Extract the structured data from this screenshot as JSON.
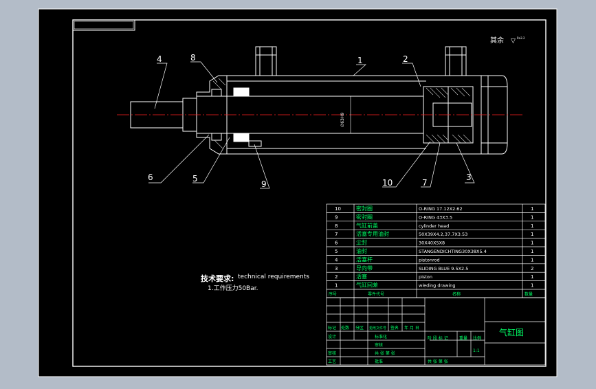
{
  "colors": {
    "background": "#b3bcc8",
    "sheet": "#000000",
    "line": "#ffffff",
    "centerline": "#ff2020",
    "text": "#ffffff",
    "green_text": "#00ff66",
    "hatch": "#cccccc"
  },
  "drawing": {
    "roughness_note": "其余",
    "roughness_symbol": "▽",
    "roughness_value": "Ra3.2",
    "bore_label": "∅63H9",
    "leaders": [
      {
        "id": "4",
        "label": "4"
      },
      {
        "id": "8",
        "label": "8"
      },
      {
        "id": "1",
        "label": "1"
      },
      {
        "id": "2",
        "label": "2"
      },
      {
        "id": "6",
        "label": "6"
      },
      {
        "id": "5",
        "label": "5"
      },
      {
        "id": "9",
        "label": "9"
      },
      {
        "id": "10",
        "label": "10"
      },
      {
        "id": "7",
        "label": "7"
      },
      {
        "id": "3",
        "label": "3"
      }
    ]
  },
  "requirements": {
    "heading": "技术要求:",
    "heading_en": "technical requirements",
    "item1": "1.工作压力50Bar."
  },
  "bom": {
    "rows": [
      {
        "no": "10",
        "name": "密封圈",
        "spec": "O-RING 17.12X2.62",
        "qty": "1"
      },
      {
        "no": "9",
        "name": "密封圈",
        "spec": "O-RING 43X3.5",
        "qty": "1"
      },
      {
        "no": "8",
        "name": "气缸前盖",
        "spec": "cylinder head",
        "qty": "1"
      },
      {
        "no": "7",
        "name": "活塞专用油封",
        "spec": "50X39X4.2,37.7X3.53",
        "qty": "1"
      },
      {
        "no": "6",
        "name": "尘封",
        "spec": "30X40X5X8",
        "qty": "1"
      },
      {
        "no": "5",
        "name": "油封",
        "spec": "STANGENDICHTING30X38X5.4",
        "qty": "1"
      },
      {
        "no": "4",
        "name": "活塞杆",
        "spec": "pistonrod",
        "qty": "1"
      },
      {
        "no": "3",
        "name": "导向带",
        "spec": "SLIDING BLUE 9.5X2.5",
        "qty": "2"
      },
      {
        "no": "2",
        "name": "活塞",
        "spec": "piston",
        "qty": "1"
      },
      {
        "no": "1",
        "name": "气缸回差",
        "spec": "wleding drawing",
        "qty": "1"
      }
    ],
    "header": {
      "no": "序号",
      "code": "零件代号",
      "name": "名称",
      "qty": "数量"
    }
  },
  "title_block": {
    "drawing_title": "气缸图",
    "labels": {
      "mark": "标记",
      "count": "处数",
      "zone": "分区",
      "doc": "更改文件号",
      "sign": "签名",
      "date": "年 月 日",
      "design": "设计",
      "standard": "标准化",
      "stage": "阶 段 标 记",
      "weight": "重量",
      "scale": "比例",
      "check": "审核",
      "process": "工艺",
      "review": "审核",
      "approve": "批准",
      "sheets": "共   张   第   张",
      "scale_value": "1:1"
    }
  }
}
